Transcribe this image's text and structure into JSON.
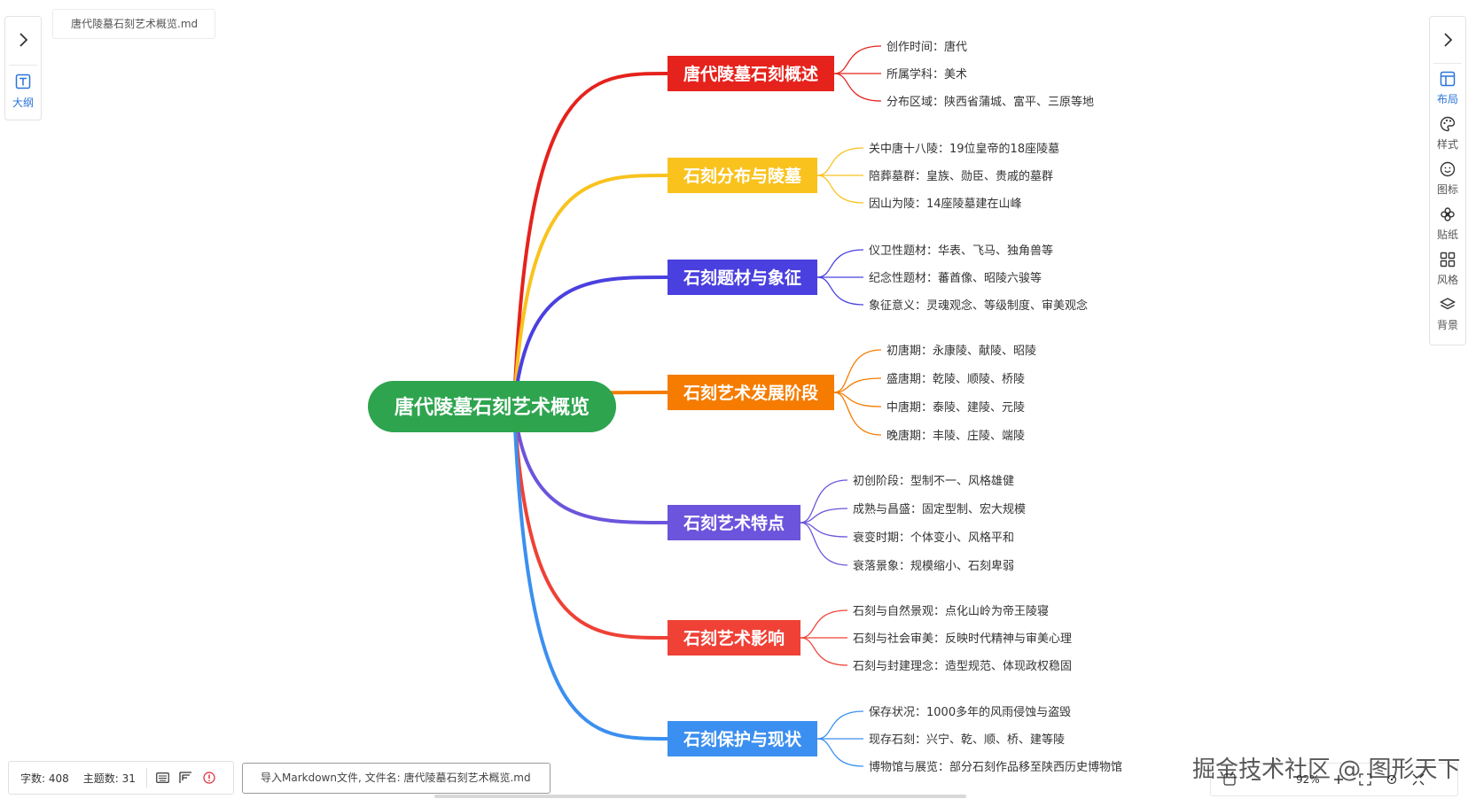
{
  "file_tab": {
    "name": "唐代陵墓石刻艺术概览.md"
  },
  "left_panel": {
    "outline_label": "大纲",
    "expand_icon": "chevron-right-icon"
  },
  "right_panel": {
    "expand_icon": "chevron-right-icon",
    "tools": [
      {
        "label": "布局",
        "icon": "layout-icon",
        "active": true
      },
      {
        "label": "样式",
        "icon": "palette-icon",
        "active": false
      },
      {
        "label": "图标",
        "icon": "smiley-icon",
        "active": false
      },
      {
        "label": "贴纸",
        "icon": "flower-icon",
        "active": false
      },
      {
        "label": "风格",
        "icon": "grid-icon",
        "active": false
      },
      {
        "label": "背景",
        "icon": "layers-icon",
        "active": false
      }
    ]
  },
  "mindmap": {
    "root": {
      "text": "唐代陵墓石刻艺术概览",
      "color": "#2ea44f"
    },
    "branches": [
      {
        "title": "唐代陵墓石刻概述",
        "color": "#e5221c",
        "items": [
          "创作时间：唐代",
          "所属学科：美术",
          "分布区域：陕西省蒲城、富平、三原等地"
        ]
      },
      {
        "title": "石刻分布与陵墓",
        "color": "#f9c21d",
        "items": [
          "关中唐十八陵：19位皇帝的18座陵墓",
          "陪葬墓群：皇族、勋臣、贵戚的墓群",
          "因山为陵：14座陵墓建在山峰"
        ]
      },
      {
        "title": "石刻题材与象征",
        "color": "#4a40e0",
        "items": [
          "仪卫性题材：华表、飞马、独角兽等",
          "纪念性题材：蕃酋像、昭陵六骏等",
          "象征意义：灵魂观念、等级制度、审美观念"
        ]
      },
      {
        "title": "石刻艺术发展阶段",
        "color": "#f57c00",
        "items": [
          "初唐期：永康陵、献陵、昭陵",
          "盛唐期：乾陵、顺陵、桥陵",
          "中唐期：泰陵、建陵、元陵",
          "晚唐期：丰陵、庄陵、端陵"
        ]
      },
      {
        "title": "石刻艺术特点",
        "color": "#6c54dc",
        "items": [
          "初创阶段：型制不一、风格雄健",
          "成熟与昌盛：固定型制、宏大规模",
          "衰变时期：个体变小、风格平和",
          "衰落景象：规模缩小、石刻卑弱"
        ]
      },
      {
        "title": "石刻艺术影响",
        "color": "#ef4136",
        "items": [
          "石刻与自然景观：点化山岭为帝王陵寝",
          "石刻与社会审美：反映时代精神与审美心理",
          "石刻与封建理念：造型规范、体现政权稳固"
        ]
      },
      {
        "title": "石刻保护与现状",
        "color": "#3b8ff0",
        "items": [
          "保存状况：1000多年的风雨侵蚀与盗毁",
          "现存石刻：兴宁、乾、顺、桥、建等陵",
          "博物馆与展览：部分石刻作品移至陕西历史博物馆"
        ]
      }
    ]
  },
  "status": {
    "word_count": "字数: 408",
    "topic_count": "主题数: 31"
  },
  "import_message": "导入Markdown文件, 文件名: 唐代陵墓石刻艺术概览.md",
  "zoom": {
    "value": "92%"
  },
  "watermark": "掘金技术社区 @ 图形天下"
}
